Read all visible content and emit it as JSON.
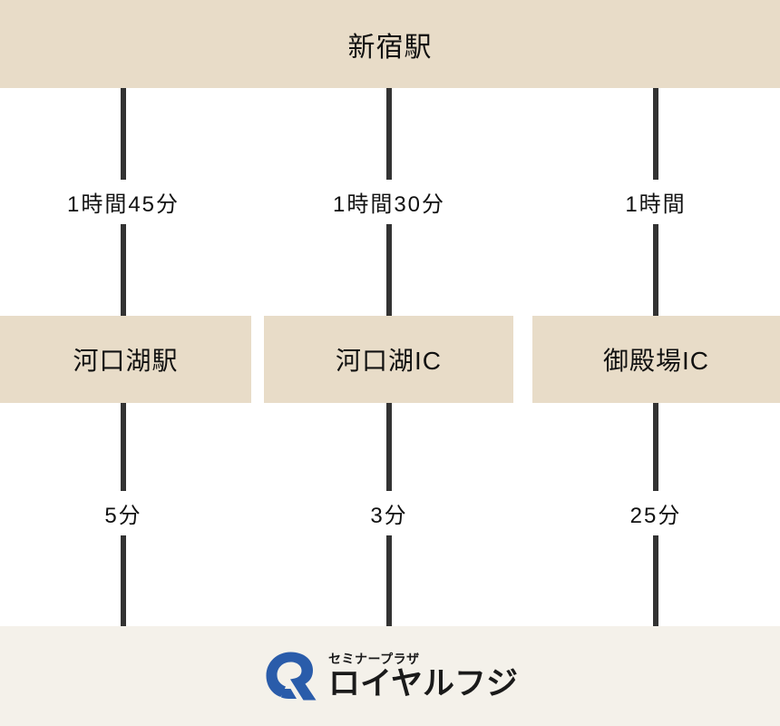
{
  "diagram": {
    "type": "access-route-diagram",
    "origin": {
      "label": "新宿駅"
    },
    "columns": [
      {
        "id": "col1",
        "upper_duration": "1時間45分",
        "station": "河口湖駅",
        "lower_duration": "5分"
      },
      {
        "id": "col2",
        "upper_duration": "1時間30分",
        "station": "河口湖IC",
        "lower_duration": "3分"
      },
      {
        "id": "col3",
        "upper_duration": "1時間",
        "station": "御殿場IC",
        "lower_duration": "25分"
      }
    ]
  },
  "logo": {
    "mark_name": "royal-fuji-r-mark",
    "tagline": "セミナープラザ",
    "name": "ロイヤルフジ",
    "mark_color": "#2A5CAA",
    "text_color": "#1A1A1A"
  },
  "colors": {
    "band_beige": "#E8DCC8",
    "logo_band": "#F4F1EA",
    "line": "#333333",
    "background": "#FFFFFF"
  }
}
